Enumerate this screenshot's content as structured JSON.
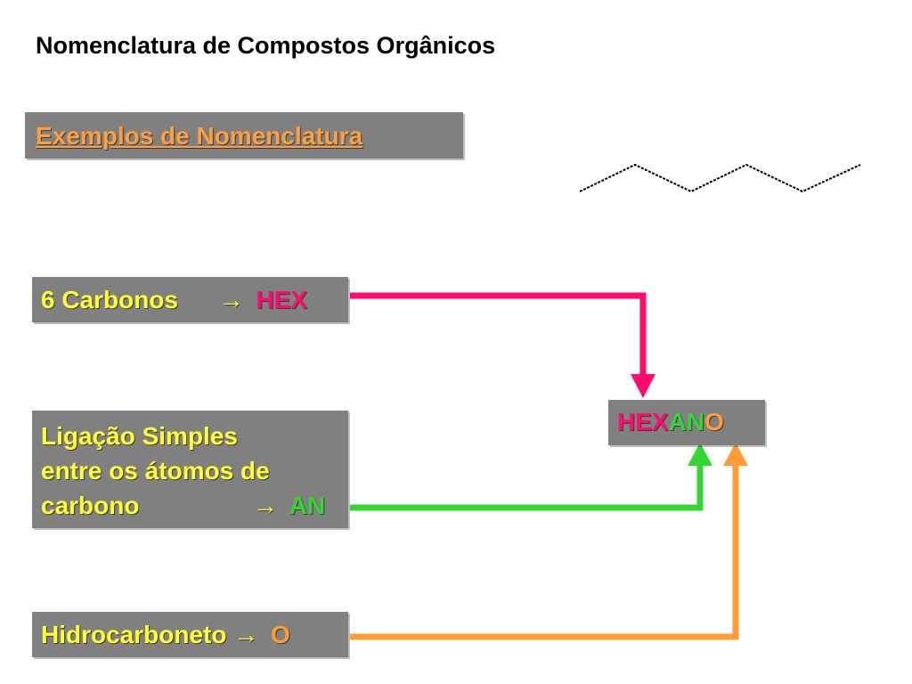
{
  "title": "Nomenclatura de Compostos Orgânicos",
  "subtitle": "Exemplos de  Nomenclatura",
  "arrow_symbol": "→",
  "boxes": {
    "hex": {
      "label": "6 Carbonos",
      "suffix": "HEX"
    },
    "an": {
      "line1": "Ligação Simples",
      "line2": "entre os átomos de",
      "line3": "carbono",
      "suffix": "AN"
    },
    "o": {
      "label": "Hidrocarboneto",
      "suffix": "O"
    }
  },
  "result": {
    "part1": "HEX",
    "part2": "AN",
    "part3": "O"
  },
  "colors": {
    "hex": "#ff0a6e",
    "an": "#33d633",
    "o": "#ff9c33",
    "box": "#808080",
    "box_text": "#ffff33"
  }
}
